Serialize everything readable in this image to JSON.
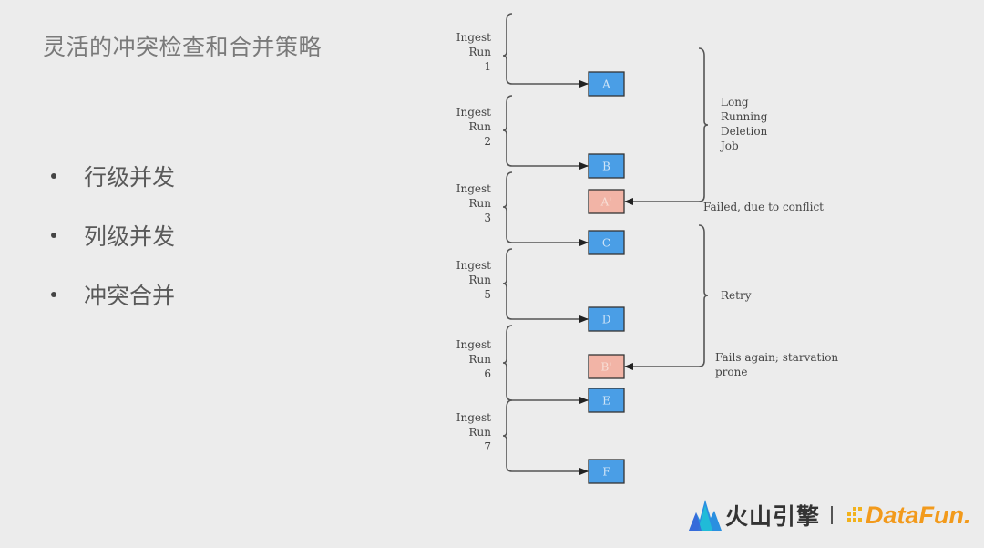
{
  "slide": {
    "title": "灵活的冲突检查和合并策略",
    "bullets": [
      "行级并发",
      "列级并发",
      "冲突合并"
    ]
  },
  "diagram": {
    "ingest_runs": [
      {
        "label": [
          "Ingest",
          "Run",
          "1"
        ],
        "target": "A"
      },
      {
        "label": [
          "Ingest",
          "Run",
          "2"
        ],
        "target": "B"
      },
      {
        "label": [
          "Ingest",
          "Run",
          "3"
        ],
        "target": "C"
      },
      {
        "label": [
          "Ingest",
          "Run",
          "5"
        ],
        "target": "D"
      },
      {
        "label": [
          "Ingest",
          "Run",
          "6"
        ],
        "target": "E"
      },
      {
        "label": [
          "Ingest",
          "Run",
          "7"
        ],
        "target": "F"
      }
    ],
    "boxes": [
      {
        "id": "A",
        "label": "A",
        "status": "committed"
      },
      {
        "id": "B",
        "label": "B",
        "status": "committed"
      },
      {
        "id": "A2",
        "label": "A'",
        "status": "failed"
      },
      {
        "id": "C",
        "label": "C",
        "status": "committed"
      },
      {
        "id": "D",
        "label": "D",
        "status": "committed"
      },
      {
        "id": "B2",
        "label": "B'",
        "status": "failed"
      },
      {
        "id": "E",
        "label": "E",
        "status": "committed"
      },
      {
        "id": "F",
        "label": "F",
        "status": "committed"
      }
    ],
    "long_job": {
      "label": [
        "Long",
        "Running",
        "Deletion",
        "Job"
      ],
      "result": "Failed, due to conflict",
      "target": "A2"
    },
    "retry": {
      "label": "Retry",
      "result": [
        "Fails again; starvation",
        "prone"
      ],
      "target": "B2"
    },
    "colors": {
      "committed": "#4a9ee6",
      "failed": "#f2b4a6",
      "box_border": "#333333"
    }
  },
  "footer": {
    "brand_cn": "火山引擎",
    "brand_partner": "DataFun."
  }
}
